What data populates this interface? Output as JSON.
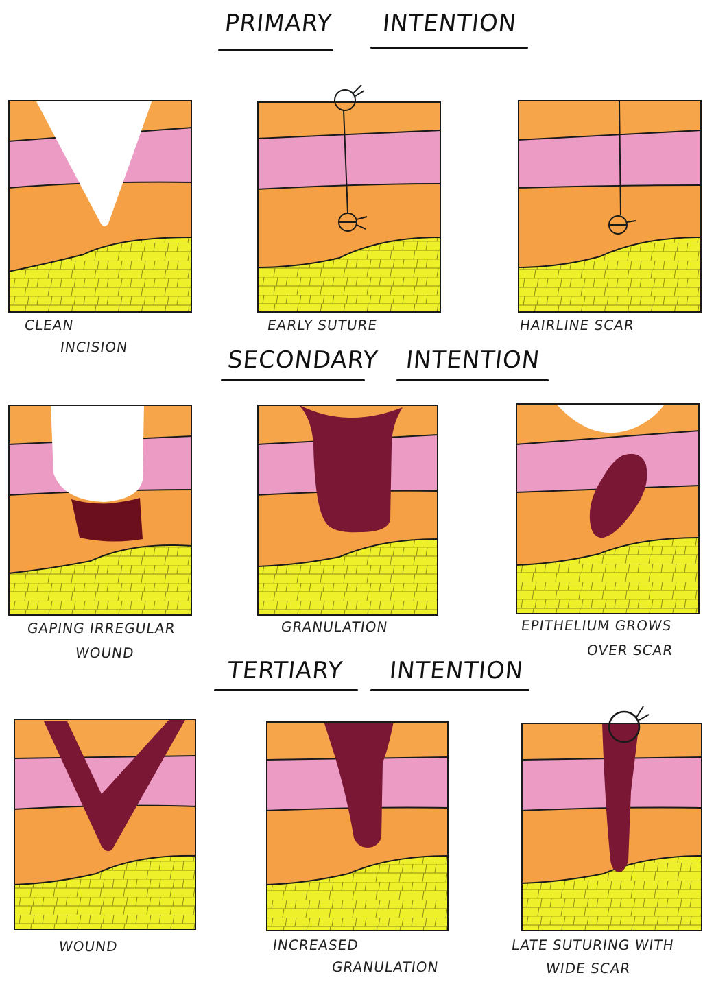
{
  "sections": [
    {
      "title_words": [
        "PRIMARY",
        "INTENTION"
      ],
      "panels": [
        {
          "caption_lines": [
            "CLEAN",
            "INCISION"
          ],
          "wound": "v-cut"
        },
        {
          "caption_lines": [
            "EARLY  SUTURE"
          ],
          "wound": "suture"
        },
        {
          "caption_lines": [
            "HAIRLINE  SCAR"
          ],
          "wound": "hairline"
        }
      ]
    },
    {
      "title_words": [
        "SECONDARY",
        "INTENTION"
      ],
      "panels": [
        {
          "caption_lines": [
            "GAPING  IRREGULAR",
            "WOUND"
          ],
          "wound": "gaping"
        },
        {
          "caption_lines": [
            "GRANULATION"
          ],
          "wound": "granulation"
        },
        {
          "caption_lines": [
            "EPITHELIUM  GROWS",
            "OVER  SCAR"
          ],
          "wound": "epithelium"
        }
      ]
    },
    {
      "title_words": [
        "TERTIARY",
        "INTENTION"
      ],
      "panels": [
        {
          "caption_lines": [
            "WOUND"
          ],
          "wound": "v-infected"
        },
        {
          "caption_lines": [
            "INCREASED",
            "GRANULATION"
          ],
          "wound": "increased"
        },
        {
          "caption_lines": [
            "LATE  SUTURING  WITH",
            "WIDE  SCAR"
          ],
          "wound": "late-suture"
        }
      ]
    }
  ],
  "colors": {
    "epidermis": "#f6a54a",
    "dermis": "#ec9cc4",
    "subcutis": "#f5a044",
    "fat": "#eef02a",
    "granulation": "#7a1734",
    "scab": "#6b0f1e",
    "outline": "#1a1a1a"
  }
}
